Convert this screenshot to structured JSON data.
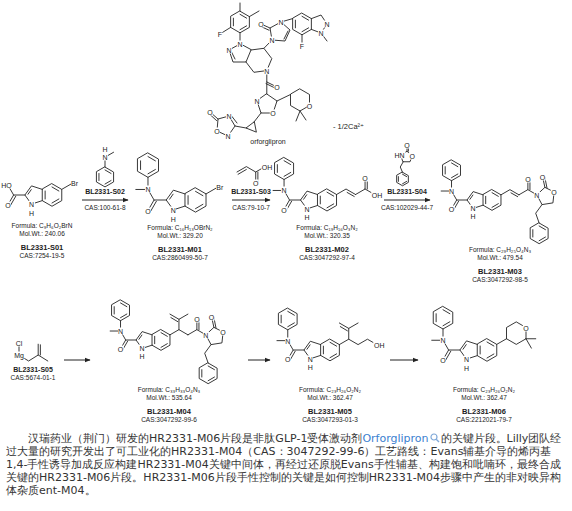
{
  "diagram": {
    "nodes": [
      {
        "text": [
          "orforglipron"
        ]
      },
      {
        "text": [
          "Formula: C₉H₆O₂BrN",
          "Mol.Wt.: 240.06",
          "BL2331-S01",
          "CAS:7254-19-5"
        ]
      },
      {
        "text": [
          "BL2331-S02",
          "CAS:100-61-8"
        ]
      },
      {
        "text": [
          "Formula: C₁₆H₁₃OBrN₂",
          "Mol.Wt.: 329.20",
          "BL2331-M01",
          "CAS:2860499-50-7"
        ]
      },
      {
        "text": [
          "BL2331-S03",
          "CAS:79-10-7"
        ]
      },
      {
        "text": [
          "Formula: C₁₉H₁₆O₃N₂",
          "Mol.Wt.: 320.35",
          "BL2331-M02",
          "CAS:3047292-97-4"
        ]
      },
      {
        "text": [
          "BL2331-S04",
          "CAS:102029-44-7"
        ]
      },
      {
        "text": [
          "Formula: C₂₉H₂₅O₄N₃",
          "Mol.Wt.: 479.54",
          "BL2331-M03",
          "CAS:3047292-98-5"
        ]
      },
      {
        "text": [
          "BL2331-S05",
          "CAS:5674-01-1"
        ]
      },
      {
        "text": [
          "Formula: C₃₃H₃₃O₄N₃",
          "Mol.Wt.: 535.64",
          "BL2331-M04",
          "CAS:3047292-99-6"
        ]
      },
      {
        "text": [
          "Formula: C₂₃H₂₆O₂N₂",
          "Mol.Wt.: 362.47",
          "BL2331-M05",
          "CAS:3047293-01-3"
        ]
      },
      {
        "text": [
          "Formula: C₂₃H₂₆O₂N₂",
          "Mol.Wt.: 362.47",
          "BL2331-M06",
          "CAS:2212021-79-7"
        ]
      }
    ],
    "edges": [
      {
        "from": 1,
        "to": 3,
        "arrow": "to"
      },
      {
        "from": 3,
        "to": 5,
        "arrow": "to"
      },
      {
        "from": 5,
        "to": 7,
        "arrow": "to"
      },
      {
        "from": 8,
        "to": 9,
        "arrow": "to"
      },
      {
        "from": 9,
        "to": 10,
        "arrow": "to"
      },
      {
        "from": 10,
        "to": 11,
        "arrow": "to"
      }
    ],
    "labels": [
      "F",
      "N",
      "N",
      "N",
      "O",
      "N",
      "F",
      "N",
      "N",
      "N",
      "O",
      "N",
      "O",
      "O",
      "N",
      "O",
      "O",
      "N",
      "- 1/2Ca²⁺",
      "HO",
      "O",
      "N",
      "H",
      "Br",
      "H",
      "N",
      "N",
      "O",
      "N",
      "H",
      "Br",
      "OH",
      "O",
      "N",
      "O",
      "N",
      "H",
      "O",
      "OH",
      "O",
      "HN",
      "O",
      "N",
      "O",
      "N",
      "H",
      "O",
      "N",
      "O",
      "O",
      "Cl",
      "Mg",
      "N",
      "O",
      "N",
      "H",
      "O",
      "N",
      "O",
      "O",
      "N",
      "O",
      "N",
      "H",
      "OH",
      "N",
      "O",
      "N",
      "H",
      "O",
      "汉瑞药业（荆门）研发的HR2331-M06片段是非肽GLP-1受体激动剂",
      "Orforglipron",
      "的关键片段。Lilly团队经过大量的研究开发出了可工业化的HR2331-M04（CAS：3047292-99-6）工艺路线：Evans辅基介导的烯丙基1,4-手性诱导加成反应构建HR2331-M04关键中间体，再经过还原脱Evans手性辅基、构建饱和吡喃环，最终合成关键的HR2331-M06片段。HR2331-M06片段手性控制的关键是如何控制HR2331-M04步骤中产生的非对映异构体杂质ent-M04。"
    ]
  }
}
